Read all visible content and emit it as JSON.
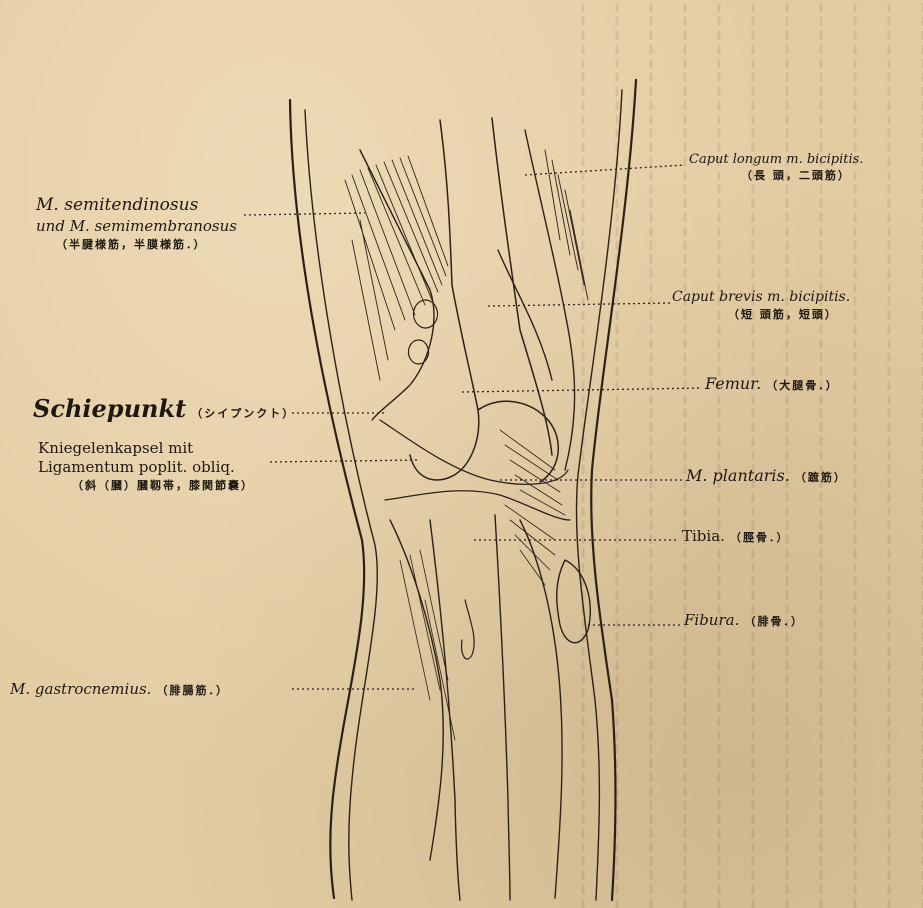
{
  "labels": {
    "semitendinosus": {
      "line1": "M. semitendinosus",
      "line2": "und M. semimembranosus",
      "jp": "（半腱様筋，半膜様筋．）"
    },
    "schiepunkt": {
      "main": "Schiepunkt",
      "jp": "（シイプンクト）"
    },
    "kapsel": {
      "line1": "Kniegelenkapsel mit",
      "line2": "Ligamentum poplit. obliq.",
      "jp": "（斜（膕）膕靱帯，膝関節嚢）"
    },
    "gastrocnemius": {
      "main": "M. gastrocnemius.",
      "jp": "（腓腸筋．）"
    },
    "caput_longum": {
      "main": "Caput longum m. bicipitis.",
      "jp": "（長 頭，二頭筋）"
    },
    "caput_brevis": {
      "main": "Caput brevis m. bicipitis.",
      "jp": "（短 頭筋，短頭）"
    },
    "femur": {
      "main": "Femur.",
      "jp": "（大腿骨．）"
    },
    "plantaris": {
      "main": "M. plantaris.",
      "jp": "（蹠筋）"
    },
    "tibia": {
      "main": "Tibia.",
      "jp": "（脛骨．）"
    },
    "fibura": {
      "main": "Fibura.",
      "jp": "（腓骨．）"
    }
  },
  "colors": {
    "paper": "#e2cca2",
    "ink": "#2a2118"
  }
}
